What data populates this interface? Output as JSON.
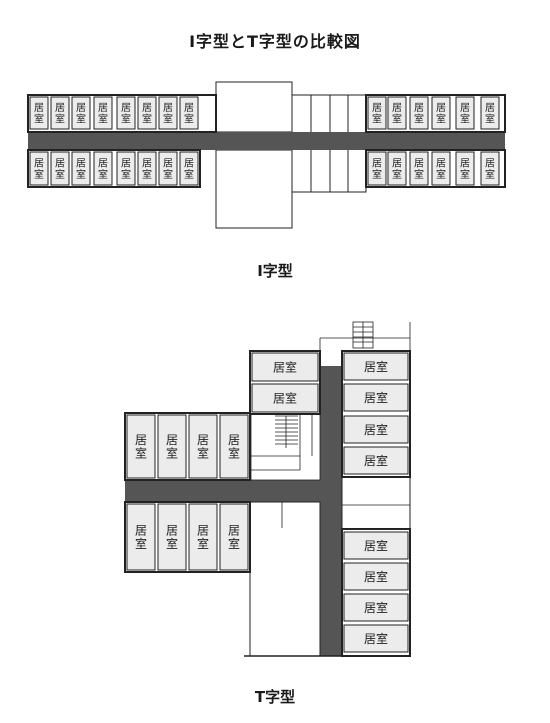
{
  "title": "I字型とT字型の比較図",
  "room_label": "居室",
  "i_caption": "I字型",
  "t_caption": "T字型",
  "colors": {
    "room_fill": "#ececec",
    "corridor": "#555555",
    "outline": "#222222",
    "background": "#ffffff"
  }
}
